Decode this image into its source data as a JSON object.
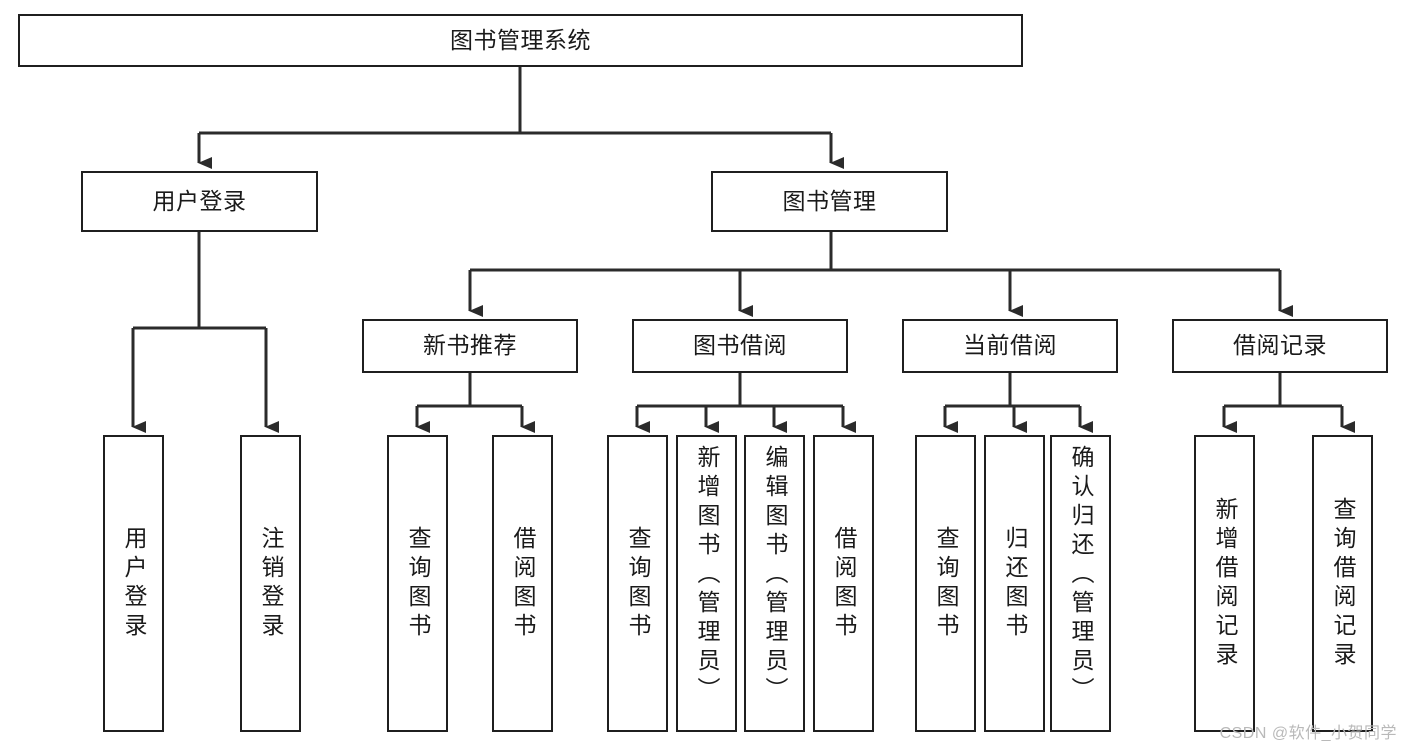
{
  "diagram": {
    "title": "图书管理系统",
    "type": "tree-hierarchy",
    "watermark": "CSDN @软件_小贺同学",
    "colors": {
      "box_border": "#1f1f1f",
      "box_fill": "#ffffff",
      "connector": "#2b2b2b",
      "text": "#1a1a1a",
      "watermark": "#b9b9b9"
    },
    "root": {
      "label": "图书管理系统"
    },
    "level2": [
      {
        "label": "用户登录"
      },
      {
        "label": "图书管理"
      }
    ],
    "level3": [
      {
        "label": "新书推荐"
      },
      {
        "label": "图书借阅"
      },
      {
        "label": "当前借阅"
      },
      {
        "label": "借阅记录"
      }
    ],
    "leaves": {
      "user_login": [
        {
          "label": "用户登录"
        },
        {
          "label": "注销登录"
        }
      ],
      "new_book_recommend": [
        {
          "label": "查询图书"
        },
        {
          "label": "借阅图书"
        }
      ],
      "book_borrow": [
        {
          "label": "查询图书"
        },
        {
          "label": "新增图书（管理员）"
        },
        {
          "label": "编辑图书（管理员）"
        },
        {
          "label": "借阅图书"
        }
      ],
      "current_borrow": [
        {
          "label": "查询图书"
        },
        {
          "label": "归还图书"
        },
        {
          "label": "确认归还（管理员）"
        }
      ],
      "borrow_record": [
        {
          "label": "新增借阅记录"
        },
        {
          "label": "查询借阅记录"
        }
      ]
    }
  }
}
